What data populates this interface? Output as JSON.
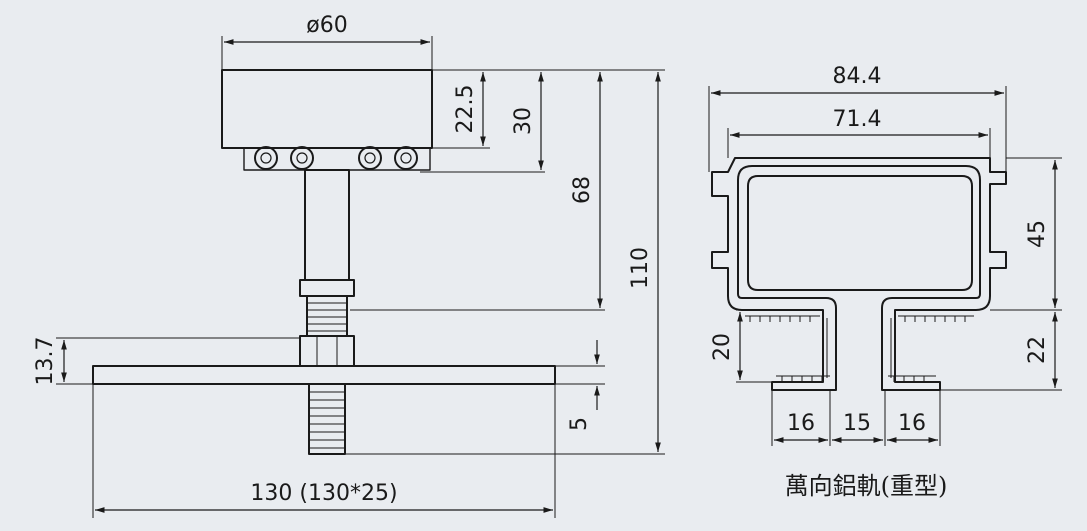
{
  "left_view": {
    "dims": {
      "diameter": "ø60",
      "d22_5": "22.5",
      "d30": "30",
      "d68": "68",
      "d110": "110",
      "d13_7": "13.7",
      "d5": "5",
      "d130": "130 (130*25)"
    }
  },
  "right_view": {
    "dims": {
      "d84_4": "84.4",
      "d71_4": "71.4",
      "d45": "45",
      "d22": "22",
      "d20": "20",
      "d16a": "16",
      "d15": "15",
      "d16b": "16"
    }
  },
  "caption": "萬向鋁軌(重型)",
  "colors": {
    "paper": "#e9ecf0",
    "ink": "#1a1a1a"
  }
}
